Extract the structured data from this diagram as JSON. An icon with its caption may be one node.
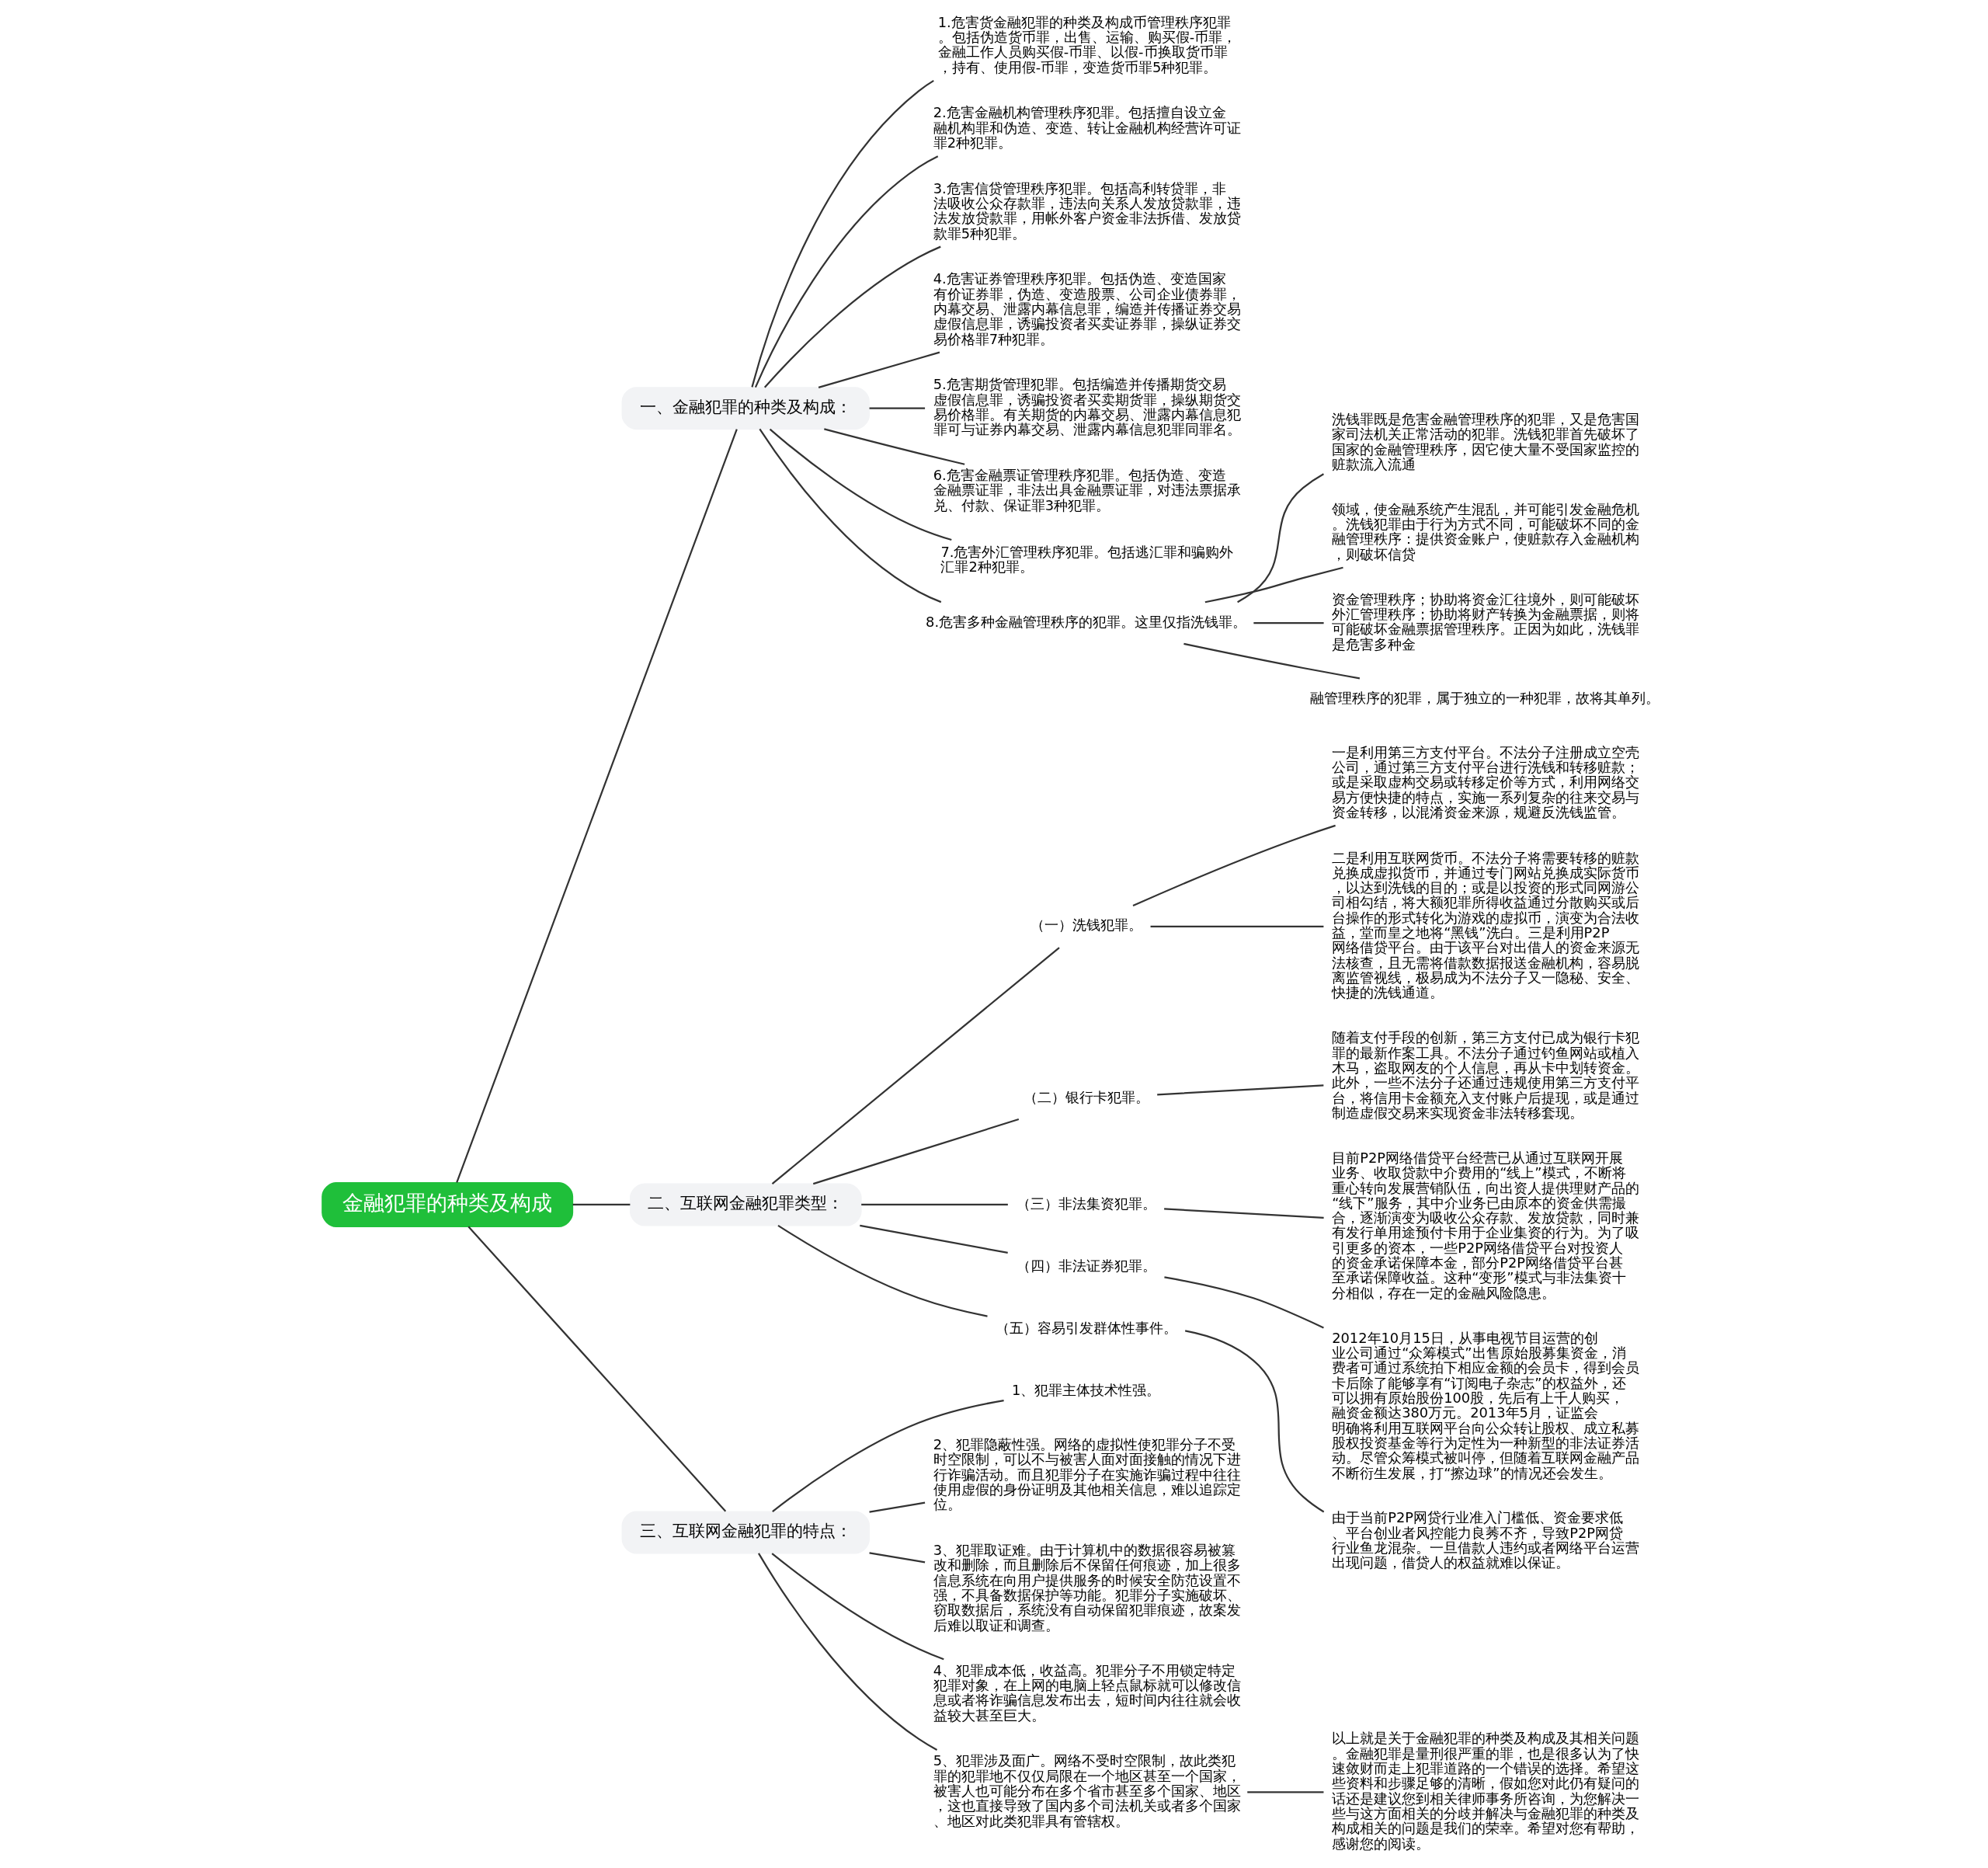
{
  "diagram": {
    "nodes": [
      {
        "text": [
          "金融犯罪的种类及构成"
        ]
      },
      {
        "text": [
          "一、金融犯罪的种类及构成："
        ]
      },
      {
        "text": [
          "1.危害货金融犯罪的种类及构成币管理秩序犯罪。包括伪造货币罪，出售、运输、购买假-币罪，金融工作人员购买假-币罪、以假-币换取货币罪，持有、使用假-币罪，变造货币罪5种犯罪。"
        ]
      },
      {
        "text": [
          "2.危害金融机构管理秩序犯罪。包括擅自设立金融机构罪和伪造、变造、转让金融机构经营许可证罪2种犯罪。"
        ]
      },
      {
        "text": [
          "3.危害信贷管理秩序犯罪。包括高利转贷罪，非法吸收公众存款罪，违法向关系人发放贷款罪，违法发放贷款罪，用帐外客户资金非法拆借、发放贷款罪5种犯罪。"
        ]
      },
      {
        "text": [
          "4.危害证券管理秩序犯罪。包括伪造、变造国家有价证券罪，伪造、变造股票、公司企业债券罪，内幕交易、泄露内幕信息罪，编造并传播证券交易虚假信息罪，诱骗投资者买卖证券罪，操纵证券交易价格罪7种犯罪。"
        ]
      },
      {
        "text": [
          "5.危害期货管理犯罪。包括编造并传播期货交易虚假信息罪，诱骗投资者买卖期货罪，操纵期货交易价格罪。有关期货的内幕交易、泄露内幕信息犯罪可与证券内幕交易、泄露内幕信息犯罪同罪名。"
        ]
      },
      {
        "text": [
          "6.危害金融票证管理秩序犯罪。包括伪造、变造金融票证罪，非法出具金融票证罪，对违法票据承兑、付款、保证罪3种犯罪。"
        ]
      },
      {
        "text": [
          "7.危害外汇管理秩序犯罪。包括逃汇罪和骗购外汇罪2种犯罪。"
        ]
      },
      {
        "text": [
          "8.危害多种金融管理秩序的犯罪。这里仅指洗钱罪。"
        ]
      },
      {
        "text": [
          "洗钱罪既是危害金融管理秩序的犯罪，又是危害国家司法机关正常活动的犯罪。洗钱犯罪首先破坏了国家的金融管理秩序，因它使大量不受国家监控的赃款流入流通"
        ]
      },
      {
        "text": [
          "领域，使金融系统产生混乱，并可能引发金融危机。洗钱犯罪由于行为方式不同，可能破坏不同的金融管理秩序：提供资金账户，使赃款存入金融机构，则破坏信贷"
        ]
      },
      {
        "text": [
          "资金管理秩序；协助将资金汇往境外，则可能破坏外汇管理秩序；协助将财产转换为金融票据，则将可能破坏金融票据管理秩序。正因为如此，洗钱罪是危害多种金"
        ]
      },
      {
        "text": [
          "融管理秩序的犯罪，属于独立的一种犯罪，故将其单列。"
        ]
      },
      {
        "text": [
          "二、互联网金融犯罪类型："
        ]
      },
      {
        "text": [
          "（一）洗钱犯罪。"
        ]
      },
      {
        "text": [
          "一是利用第三方支付平台。不法分子注册成立空壳公司，通过第三方支付平台进行洗钱和转移赃款；或是采取虚构交易或转移定价等方式，利用网络交易方便快捷的特点，实施一系列复杂的往来交易与资金转移，以混淆资金来源，规避反洗钱监管。"
        ]
      },
      {
        "text": [
          "二是利用互联网货币。不法分子将需要转移的赃款兑换成虚拟货币，并通过专门网站兑换成实际货币，以达到洗钱的目的；或是以投资的形式同网游公司相勾结，将大额犯罪所得收益通过分散购买或后台操作的形式转化为游戏的虚拟币，演变为合法收益，堂而皇之地将“黑钱”洗白。三是利用P2P网络借贷平台。由于该平台对出借人的资金来源无法核查，且无需将借款数据报送金融机构，容易脱离监管视线，极易成为不法分子又一隐秘、安全、快捷的洗钱通道。"
        ]
      },
      {
        "text": [
          "（二）银行卡犯罪。"
        ]
      },
      {
        "text": [
          "随着支付手段的创新，第三方支付已成为银行卡犯罪的最新作案工具。不法分子通过钓鱼网站或植入木马，盗取网友的个人信息，再从卡中划转资金。此外，一些不法分子还通过违规使用第三方支付平台，将信用卡金额充入支付账户后提现，或是通过制造虚假交易来实现资金非法转移套现。"
        ]
      },
      {
        "text": [
          "（三）非法集资犯罪。"
        ]
      },
      {
        "text": [
          "目前P2P网络借贷平台经营已从通过互联网开展业务、收取贷款中介费用的“线上”模式，不断将重心转向发展营销队伍，向出资人提供理财产品的“线下”服务，其中介业务已由原本的资金供需撮合，逐渐演变为吸收公众存款、发放贷款，同时兼有发行单用途预付卡用于企业集资的行为。为了吸引更多的资本，一些P2P网络借贷平台对投资人的资金承诺保障本金，部分P2P网络借贷平台甚至承诺保障收益。这种“变形”模式与非法集资十分相似，存在一定的金融风险隐患。"
        ]
      },
      {
        "text": [
          "（四）非法证券犯罪。"
        ]
      },
      {
        "text": [
          "2012年10月15日，从事电视节目运营的创业公司通过“众筹模式”出售原始股募集资金，消费者可通过系统拍下相应金额的会员卡，得到会员卡后除了能够享有“订阅电子杂志”的权益外，还可以拥有原始股份100股，先后有上千人购买，融资金额达380万元。2013年5月，证监会明确将利用互联网平台向公众转让股权、成立私募股权投资基金等行为定性为一种新型的非法证券活动。尽管众筹模式被叫停，但随着互联网金融产品不断衍生发展，打“擦边球”的情况还会发生。"
        ]
      },
      {
        "text": [
          "（五）容易引发群体性事件。"
        ]
      },
      {
        "text": [
          "由于当前P2P网贷行业准入门槛低、资金要求低、平台创业者风控能力良莠不齐，导致P2P网贷行业鱼龙混杂。一旦借款人违约或者网络平台运营出现问题，借贷人的权益就难以保证。"
        ]
      },
      {
        "text": [
          "三、互联网金融犯罪的特点："
        ]
      },
      {
        "text": [
          "1、犯罪主体技术性强。"
        ]
      },
      {
        "text": [
          "2、犯罪隐蔽性强。网络的虚拟性使犯罪分子不受时空限制，可以不与被害人面对面接触的情况下进行诈骗活动。而且犯罪分子在实施诈骗过程中往往使用虚假的身份证明及其他相关信息，难以追踪定位。"
        ]
      },
      {
        "text": [
          "3、犯罪取证难。由于计算机中的数据很容易被篡改和删除，而且删除后不保留任何痕迹，加上很多信息系统在向用户提供服务的时候安全防范设置不强，不具备数据保护等功能。犯罪分子实施破坏、窃取数据后，系统没有自动保留犯罪痕迹，故案发后难以取证和调查。"
        ]
      },
      {
        "text": [
          "4、犯罪成本低，收益高。犯罪分子不用锁定特定犯罪对象，在上网的电脑上轻点鼠标就可以修改信息或者将诈骗信息发布出去，短时间内往往就会收益较大甚至巨大。"
        ]
      },
      {
        "text": [
          "5、犯罪涉及面广。网络不受时空限制，故此类犯罪的犯罪地不仅仅局限在一个地区甚至一个国家，被害人也可能分布在多个省市甚至多个国家、地区，这也直接导致了国内多个司法机关或者多个国家、地区对此类犯罪具有管辖权。"
        ]
      },
      {
        "text": [
          "以上就是关于金融犯罪的种类及构成及其相关问题。金融犯罪是量刑很严重的罪，也是很多认为了快速敛财而走上犯罪道路的一个错误的选择。希望这些资料和步骤足够的清晰，假如您对此仍有疑问的话还是建议您到相关律师事务所咨询，为您解决一些与这方面相关的分歧并解决与金融犯罪的种类及构成相关的问题是我们的荣幸。希望对您有帮助，感谢您的阅读。"
        ]
      }
    ],
    "edges": [
      {
        "from": 0,
        "to": 1,
        "arrow": "none"
      },
      {
        "from": 1,
        "to": 2,
        "arrow": "none"
      },
      {
        "from": 1,
        "to": 3,
        "arrow": "none"
      },
      {
        "from": 1,
        "to": 4,
        "arrow": "none"
      },
      {
        "from": 1,
        "to": 5,
        "arrow": "none"
      },
      {
        "from": 1,
        "to": 6,
        "arrow": "none"
      },
      {
        "from": 1,
        "to": 7,
        "arrow": "none"
      },
      {
        "from": 1,
        "to": 8,
        "arrow": "none"
      },
      {
        "from": 1,
        "to": 9,
        "arrow": "none"
      },
      {
        "from": 9,
        "to": 10,
        "arrow": "none"
      },
      {
        "from": 9,
        "to": 11,
        "arrow": "none"
      },
      {
        "from": 9,
        "to": 12,
        "arrow": "none"
      },
      {
        "from": 9,
        "to": 13,
        "arrow": "none"
      },
      {
        "from": 0,
        "to": 14,
        "arrow": "none"
      },
      {
        "from": 14,
        "to": 15,
        "arrow": "none"
      },
      {
        "from": 15,
        "to": 16,
        "arrow": "none"
      },
      {
        "from": 15,
        "to": 17,
        "arrow": "none"
      },
      {
        "from": 14,
        "to": 18,
        "arrow": "none"
      },
      {
        "from": 18,
        "to": 19,
        "arrow": "none"
      },
      {
        "from": 14,
        "to": 20,
        "arrow": "none"
      },
      {
        "from": 20,
        "to": 21,
        "arrow": "none"
      },
      {
        "from": 14,
        "to": 22,
        "arrow": "none"
      },
      {
        "from": 22,
        "to": 23,
        "arrow": "none"
      },
      {
        "from": 14,
        "to": 24,
        "arrow": "none"
      },
      {
        "from": 24,
        "to": 25,
        "arrow": "none"
      },
      {
        "from": 0,
        "to": 26,
        "arrow": "none"
      },
      {
        "from": 26,
        "to": 27,
        "arrow": "none"
      },
      {
        "from": 26,
        "to": 28,
        "arrow": "none"
      },
      {
        "from": 26,
        "to": 29,
        "arrow": "none"
      },
      {
        "from": 26,
        "to": 30,
        "arrow": "none"
      },
      {
        "from": 26,
        "to": 31,
        "arrow": "none"
      },
      {
        "from": 31,
        "to": 32,
        "arrow": "none"
      }
    ]
  }
}
